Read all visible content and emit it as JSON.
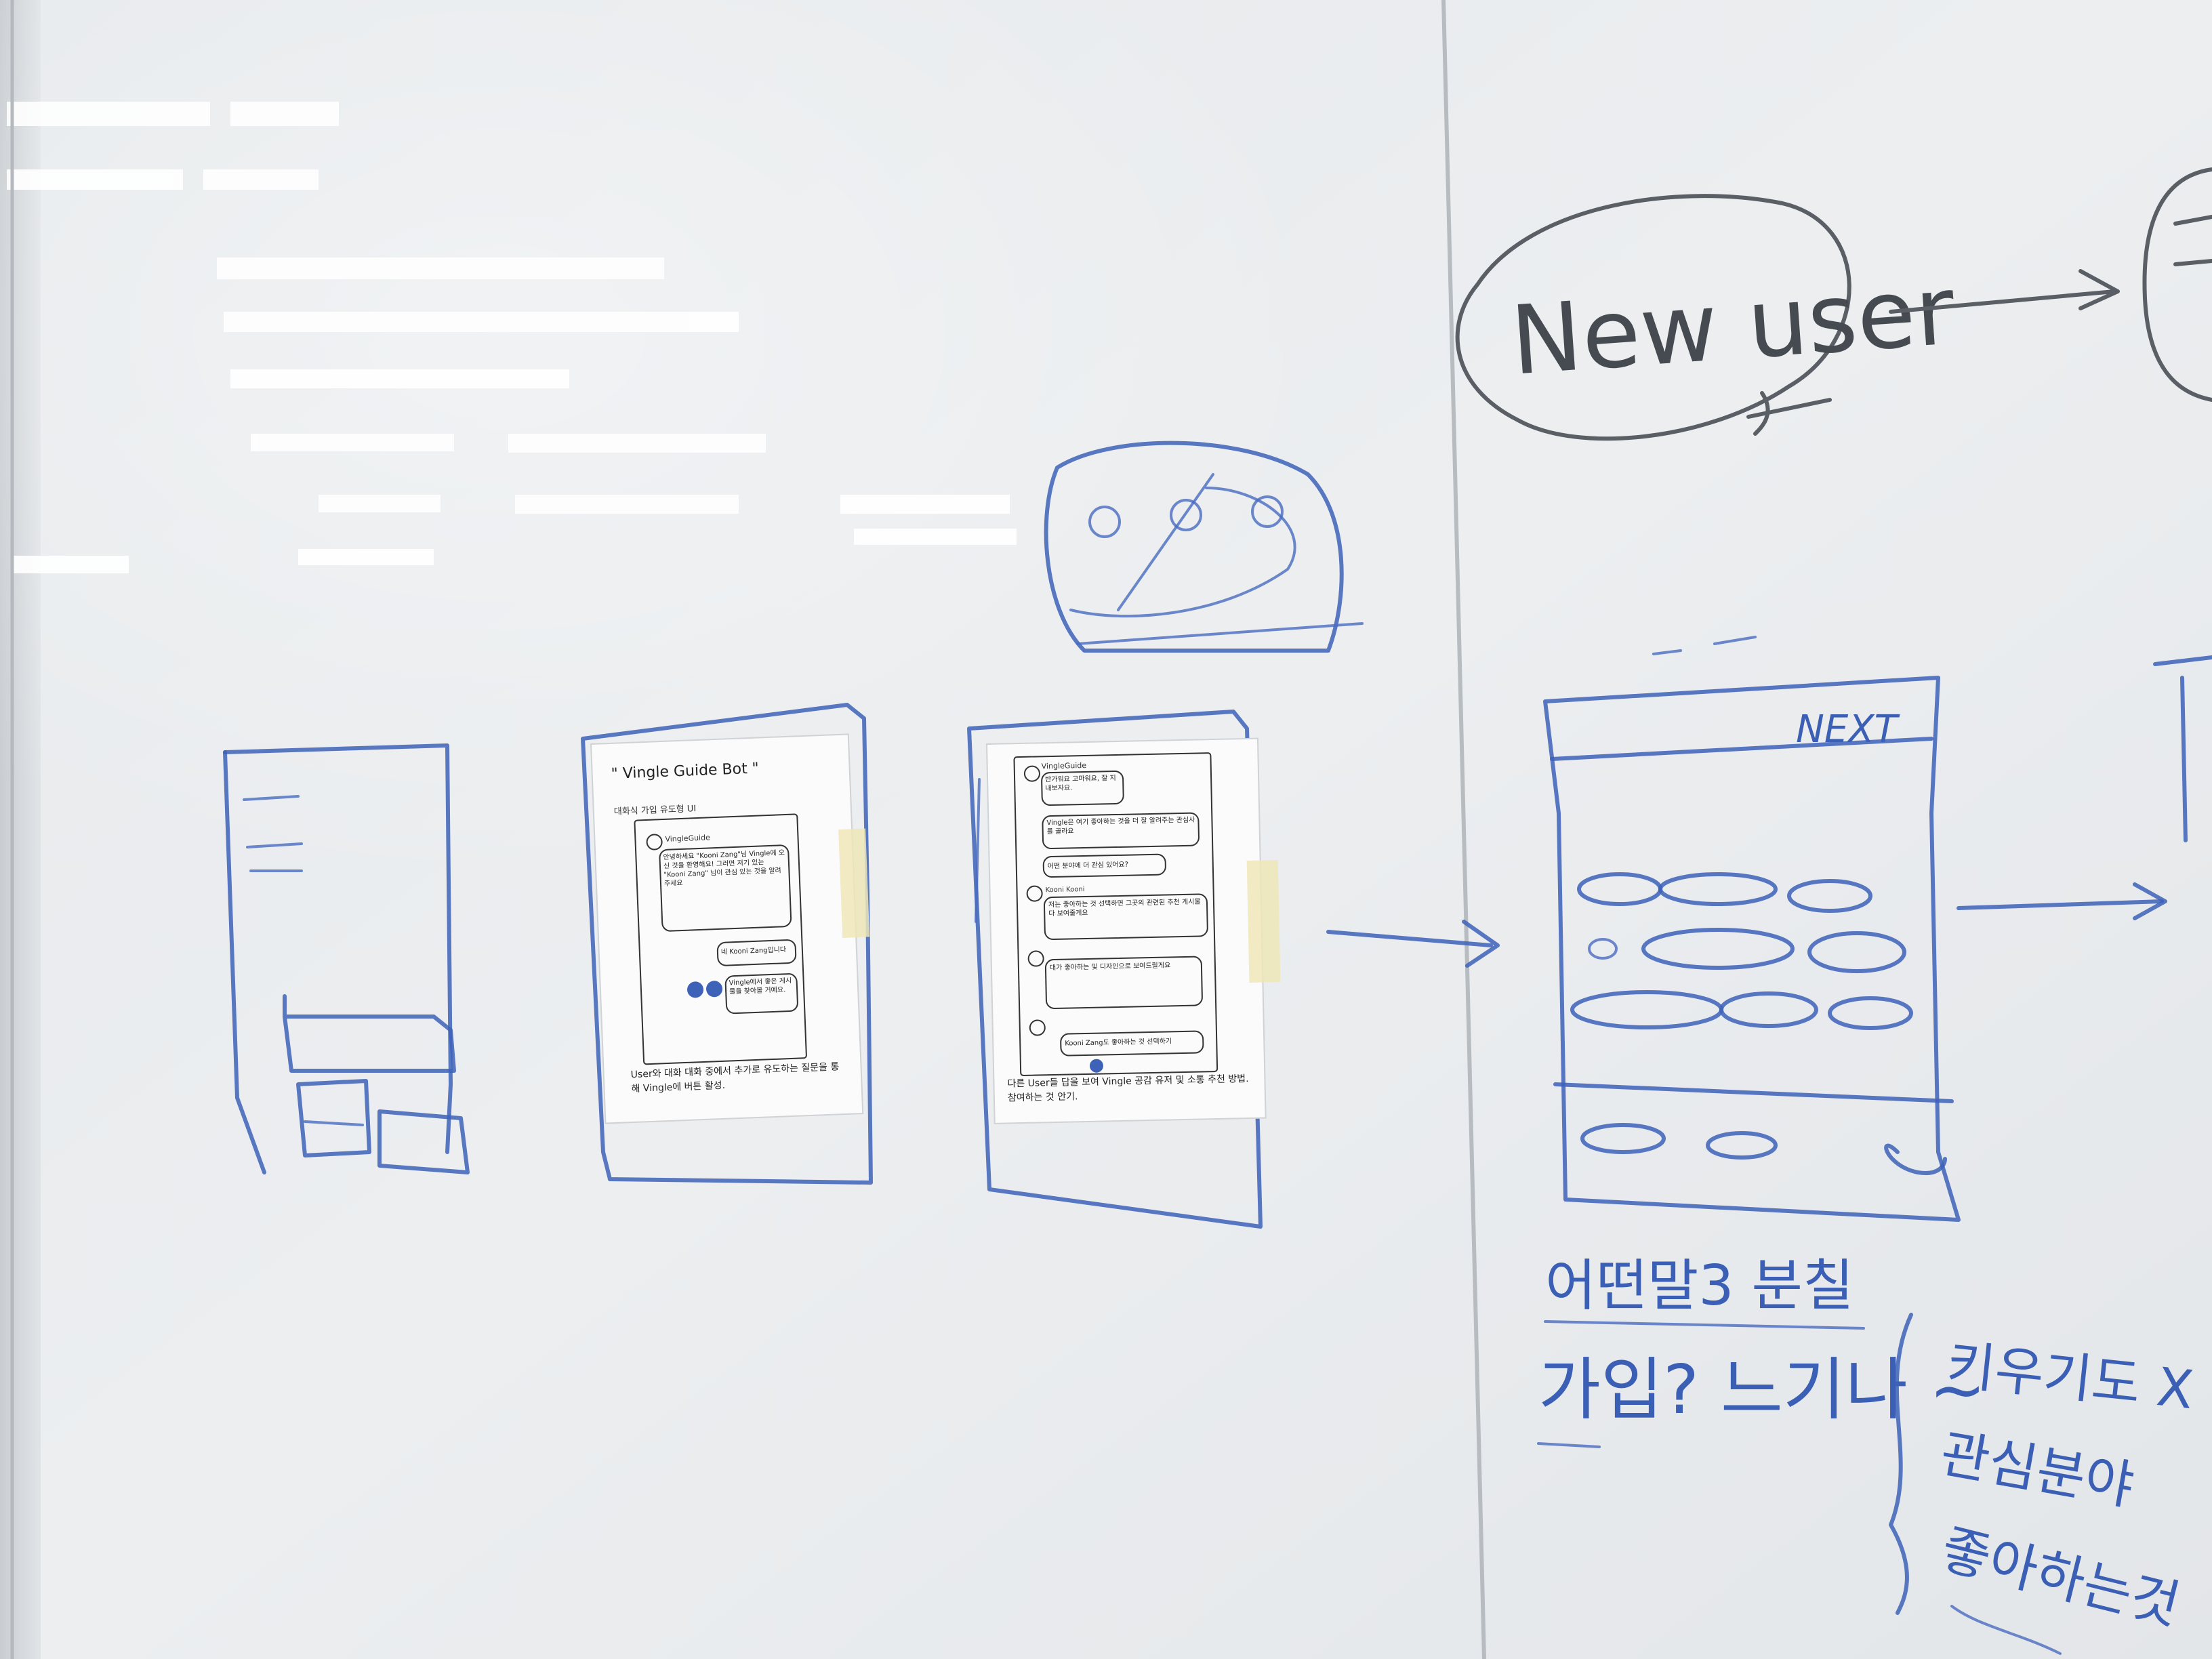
{
  "whiteboard": {
    "heading_bubble_text": "New user",
    "wireframe_header_text": "NEXT",
    "handwritten_notes": [
      "어떤말3 분칠",
      "가입? 느기나 ~",
      "키우기도 X",
      "관심분야",
      "좋아하는것"
    ]
  },
  "paper_left": {
    "title": "\" Vingle Guide Bot \"",
    "subtitle": "대화식 가입 유도형 UI",
    "bot_name": "VingleGuide",
    "messages": [
      "안녕하세요 \"Kooni Zang\"님 Vingle에 오신 것을 환영해요! 그러면 저기 있는 \"Kooni Zang\" 님이 관심 있는 것을 알려주세요",
      "네 Kooni Zang입니다",
      "Vingle에서 좋은 게시물을 찾아볼 거예요."
    ],
    "caption": "User와 대화 대화 중에서 추가로 유도하는 질문을 통해 Vingle에 버튼 활성."
  },
  "paper_middle": {
    "bot_name": "VingleGuide",
    "messages": [
      "반가워요 고마워요, 잘 지내보자요.",
      "Vingle은 여기 좋아하는 것을 더 잘 알려주는 관심사를 골라요",
      "어떤 분야에 더 관심 있어요?",
      "저는 좋아하는 것 선택하면 그곳의 관련된 추천 게시물 다 보여줄게요",
      "대가 좋아하는 및 디자인으로 보여드릴게요"
    ],
    "user_name": "Kooni Kooni",
    "footer_message": "Kooni Zang도 좋아하는 것 선택하기",
    "caption": "다른 User들 답을 보여 Vingle 공감 유저 및 소통 추천 방법. 참여하는 것 안기."
  }
}
